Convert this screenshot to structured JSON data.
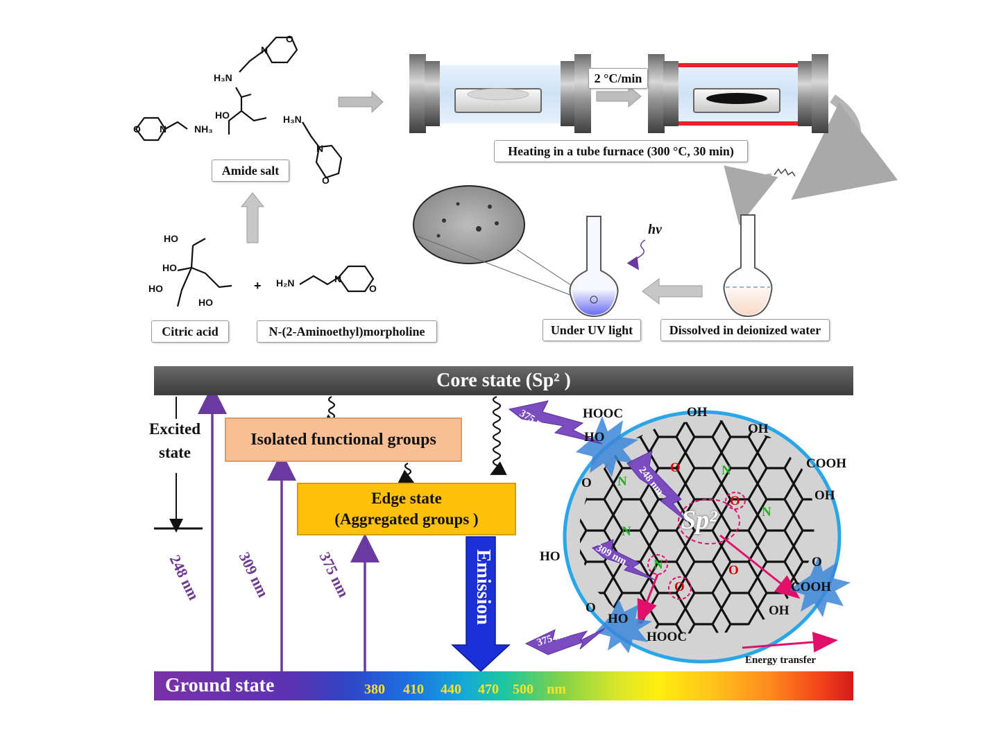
{
  "synthesis": {
    "amide_salt": "Amide salt",
    "citric_acid": "Citric acid",
    "aminoethyl": "N-(2-Aminoethyl)morpholine",
    "plus": "+",
    "heating_rate": "2 °C/min",
    "heating": "Heating in a tube furnace (300 °C, 30 min)",
    "dissolved": "Dissolved in deionized water",
    "uv": "Under UV light",
    "hv": "hv"
  },
  "chem_labels": {
    "h3n_top": "H₃N",
    "ho": "HO",
    "nh3_left": "NH₃",
    "h3n_right": "H₃N",
    "n": "N",
    "o": "O",
    "ho_ca": "HO",
    "h2n": "H₂N"
  },
  "energy": {
    "core": "Core state (Sp² )",
    "excited_line1": "Excited",
    "excited_line2": "state",
    "isolated": "Isolated functional groups",
    "edge_line1": "Edge state",
    "edge_line2": "(Aggregated groups )",
    "emission": "Emission",
    "ground": "Ground state",
    "ticks": [
      "380",
      "410",
      "440",
      "470",
      "500",
      "nm"
    ],
    "wl_248": "248 nm",
    "wl_309": "309 nm",
    "wl_375": "375 nm"
  },
  "dot": {
    "hooc": "HOOC",
    "oh": "OH",
    "cooh": "COOH",
    "ho": "HO",
    "o": "O",
    "n": "N",
    "sp2": "Sp²",
    "bolt_375": "375 nm",
    "bolt_248": "248 nm",
    "bolt_309": "309 nm",
    "energy_transfer": "Energy transfer"
  },
  "colors": {
    "purple": "#6a3aa0",
    "blue_arrow": "#1a2fd6",
    "pink_arrow": "#e0106a",
    "halo": "#2aa6e8",
    "furnace_red": "#e8202a"
  }
}
